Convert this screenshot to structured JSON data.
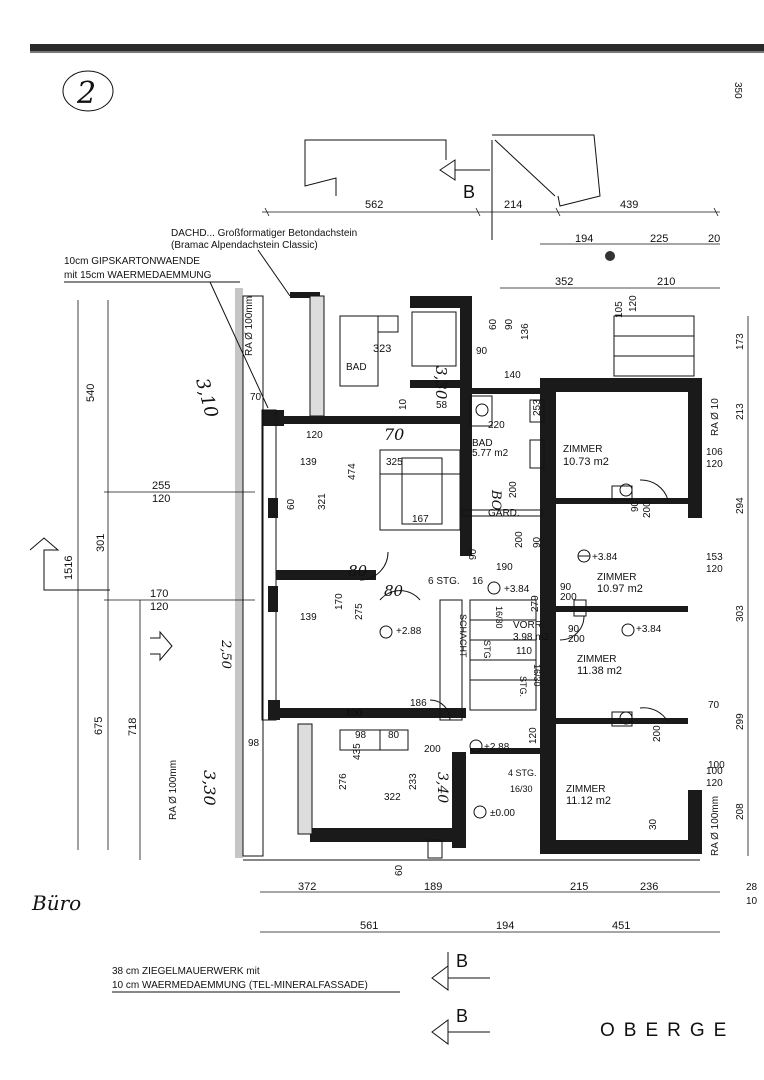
{
  "sheet": {
    "number": "2",
    "title": "OBERGE",
    "corner_mark": "350"
  },
  "notes": {
    "roof_line1": "DACHD...    Großformatiger Betondachstein",
    "roof_line2": "(Bramac Alpendachstein Classic)",
    "drywall_line1": "10cm GIPSKARTONWAENDE",
    "drywall_line2": "mit 15cm WAERMEDAEMMUNG",
    "masonry_line1": "38 cm ZIEGELMAUERWERK mit",
    "masonry_line2": "10 cm WAERMEDAEMMUNG (TEL-MINERALFASSADE)"
  },
  "section_marks": {
    "top": "B",
    "bottom1": "B",
    "bottom2": "B"
  },
  "rooms": {
    "bad1": {
      "label": "BAD",
      "width": "323"
    },
    "bad2": {
      "label": "BAD",
      "area": "5.77 m2"
    },
    "gard": {
      "label": "GARD."
    },
    "vorr": {
      "label": "VORR.",
      "area": "3.98 m2"
    },
    "z1": {
      "label": "ZIMMER",
      "area": "10.73 m2"
    },
    "z2": {
      "label": "ZIMMER",
      "area": "10.97 m2"
    },
    "z3": {
      "label": "ZIMMER",
      "area": "11.38 m2"
    },
    "z4": {
      "label": "ZIMMER",
      "area": "11.12 m2"
    }
  },
  "levels": {
    "l1": "+3.84",
    "l2": "+3.84",
    "l3": "+3.84",
    "l4": "+2.88",
    "l5": "+2.88",
    "l6": "±0.00"
  },
  "stairs": {
    "s1": "6 STG.",
    "s1b": "16",
    "s2": "STG.",
    "s3": "16/30",
    "s4": "STG.",
    "s5": "16/30",
    "s6": "4 STG.",
    "s7": "16/30",
    "schacht": "SCHACHT"
  },
  "ra": {
    "r1": "RA Ø 100mm",
    "r2": "RA Ø 100mm",
    "r3": "RA Ø 10",
    "r4": "RA Ø 100mm"
  },
  "dims_top": {
    "d1": "562",
    "d2": "214",
    "d3": "439",
    "d4": "194",
    "d5": "225",
    "d6": "20",
    "d7": "352",
    "d8": "210"
  },
  "dims_bottom": {
    "d1": "372",
    "d2": "60",
    "d3": "189",
    "d4": "215",
    "d5": "236",
    "d6": "561",
    "d7": "194",
    "d8": "451",
    "d9": "28",
    "d10": "10"
  },
  "dims_left": {
    "d1": "540",
    "d2": "255",
    "d3": "120",
    "d4": "1516",
    "d5": "301",
    "d6": "170",
    "d7": "120",
    "d8": "675",
    "d9": "718"
  },
  "dims_right": {
    "d1": "173",
    "d2": "213",
    "d3": "106",
    "d4": "120",
    "d5": "294",
    "d6": "153",
    "d7": "120",
    "d8": "303",
    "d9": "299",
    "d10": "100",
    "d11": "120",
    "d12": "208"
  },
  "dims_inner": {
    "a1": "139",
    "a2": "325",
    "a3": "474",
    "a4": "321",
    "a5": "167",
    "a6": "139",
    "a7": "275",
    "a8": "170",
    "a9": "186",
    "a10": "100",
    "a11": "98",
    "a12": "80",
    "a13": "200",
    "a14": "435",
    "a15": "276",
    "a16": "322",
    "a17": "233",
    "a18": "60",
    "a19": "90",
    "a20": "136",
    "a21": "220",
    "a22": "140",
    "a23": "90",
    "a24": "58",
    "a25": "10",
    "a26": "70",
    "a27": "200",
    "a28": "190",
    "a29": "90",
    "a30": "279",
    "a31": "110",
    "a32": "120",
    "a33": "90",
    "a34": "200",
    "a35": "90",
    "a36": "200",
    "a37": "200",
    "a38": "90",
    "a39": "200",
    "a40": "30",
    "a41": "105",
    "a42": "120",
    "a43": "98",
    "a44": "70",
    "a45": "60",
    "a46": "120",
    "a47": "100",
    "a48": "100",
    "a49": "253",
    "a50": "90",
    "a51": "200"
  },
  "handwritten": {
    "h1": "3,10",
    "h2": "70",
    "h3": "3,30",
    "h4": "2,50",
    "h5": "80",
    "h6": "80",
    "h7": "3,30",
    "h8": "3,40",
    "h9": "Büro",
    "h10": "BO"
  }
}
